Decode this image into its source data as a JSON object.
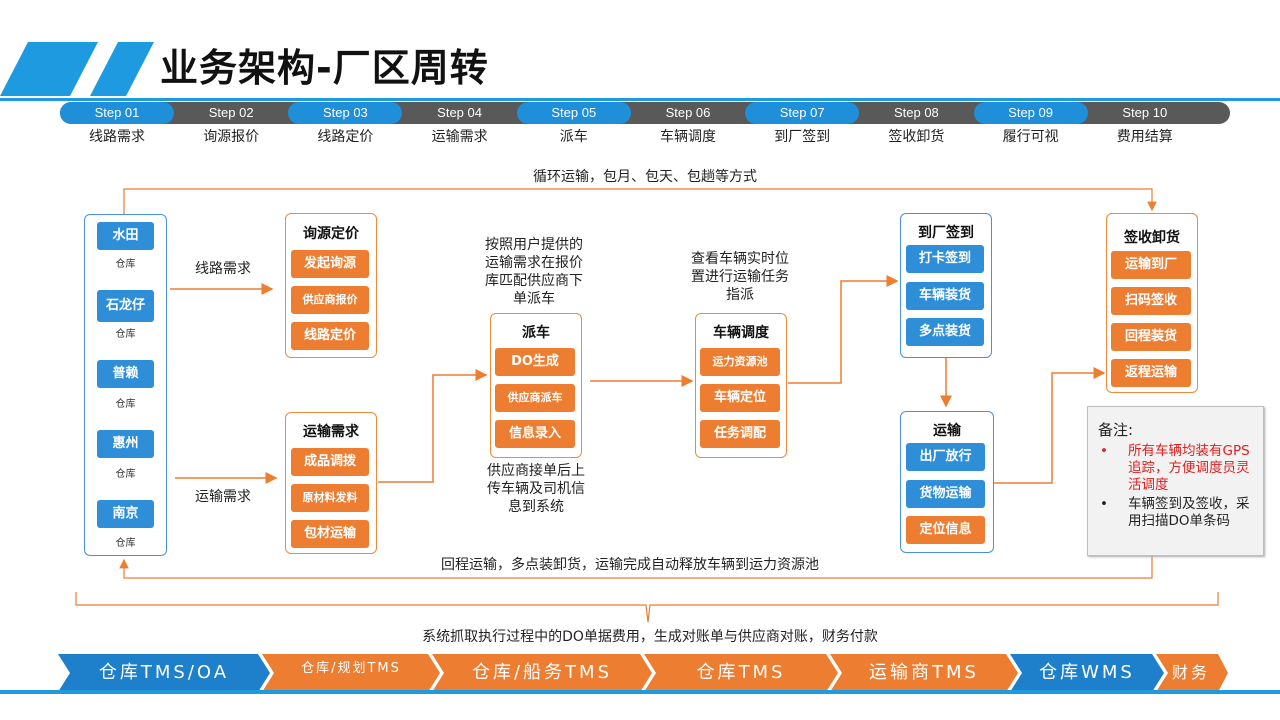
{
  "title": "业务架构-厂区周转",
  "steps": [
    {
      "num": "Step 01",
      "label": "线路需求"
    },
    {
      "num": "Step 02",
      "label": "询源报价"
    },
    {
      "num": "Step 03",
      "label": "线路定价"
    },
    {
      "num": "Step 04",
      "label": "运输需求"
    },
    {
      "num": "Step 05",
      "label": "派车"
    },
    {
      "num": "Step 06",
      "label": "车辆调度"
    },
    {
      "num": "Step 07",
      "label": "到厂签到"
    },
    {
      "num": "Step 08",
      "label": "签收卸货"
    },
    {
      "num": "Step 09",
      "label": "履行可视"
    },
    {
      "num": "Step 10",
      "label": "费用结算"
    }
  ],
  "loop_top": "循环运输，包月、包天、包趟等方式",
  "loop_bottom": "回程运输，多点装卸货，运输完成自动释放车辆到运力资源池",
  "bottom_note": "系统抓取执行过程中的DO单据费用，生成对账单与供应商对账，财务付款",
  "warehouses": [
    {
      "name": "水田",
      "sub": "仓库"
    },
    {
      "name": "石龙仔",
      "sub": "仓库"
    },
    {
      "name": "普赖",
      "sub": "仓库"
    },
    {
      "name": "惠州",
      "sub": "仓库"
    },
    {
      "name": "南京",
      "sub": "仓库"
    }
  ],
  "edge_labels": {
    "route_demand": "线路需求",
    "transport_demand": "运输需求"
  },
  "inquiry": {
    "title": "询源定价",
    "items": [
      "发起询源",
      "供应商报价",
      "线路定价"
    ]
  },
  "transport_req": {
    "title": "运输需求",
    "items": [
      "成品调拨",
      "原材料发料",
      "包材运输"
    ]
  },
  "dispatch": {
    "title": "派车",
    "items": [
      "DO生成",
      "供应商派车",
      "信息录入"
    ],
    "note_above": "按照用户提供的运输需求在报价库匹配供应商下单派车",
    "note_below": "供应商接单后上传车辆及司机信息到系统"
  },
  "scheduling": {
    "title": "车辆调度",
    "items": [
      "运力资源池",
      "车辆定位",
      "任务调配"
    ],
    "note_above": "查看车辆实时位置进行运输任务指派"
  },
  "checkin": {
    "title": "到厂签到",
    "items": [
      "打卡签到",
      "车辆装货",
      "多点装货"
    ]
  },
  "transport": {
    "title": "运输",
    "items": [
      "出厂放行",
      "货物运输",
      "定位信息"
    ]
  },
  "receive": {
    "title": "签收卸货",
    "items": [
      "运输到厂",
      "扫码签收",
      "回程装货",
      "返程运输"
    ]
  },
  "remark": {
    "title": "备注:",
    "items": [
      "所有车辆均装有GPS追踪，方便调度员灵活调度",
      "车辆签到及签收，采用扫描DO单条码"
    ]
  },
  "systems": [
    "仓库TMS/OA",
    "仓库/规划TMS",
    "仓库/船务TMS",
    "仓库TMS",
    "运输商TMS",
    "仓库WMS",
    "财务"
  ],
  "colors": {
    "blue": "#1e8fd8",
    "orange": "#ed7d31",
    "gray": "#595959",
    "red": "#e02020"
  }
}
